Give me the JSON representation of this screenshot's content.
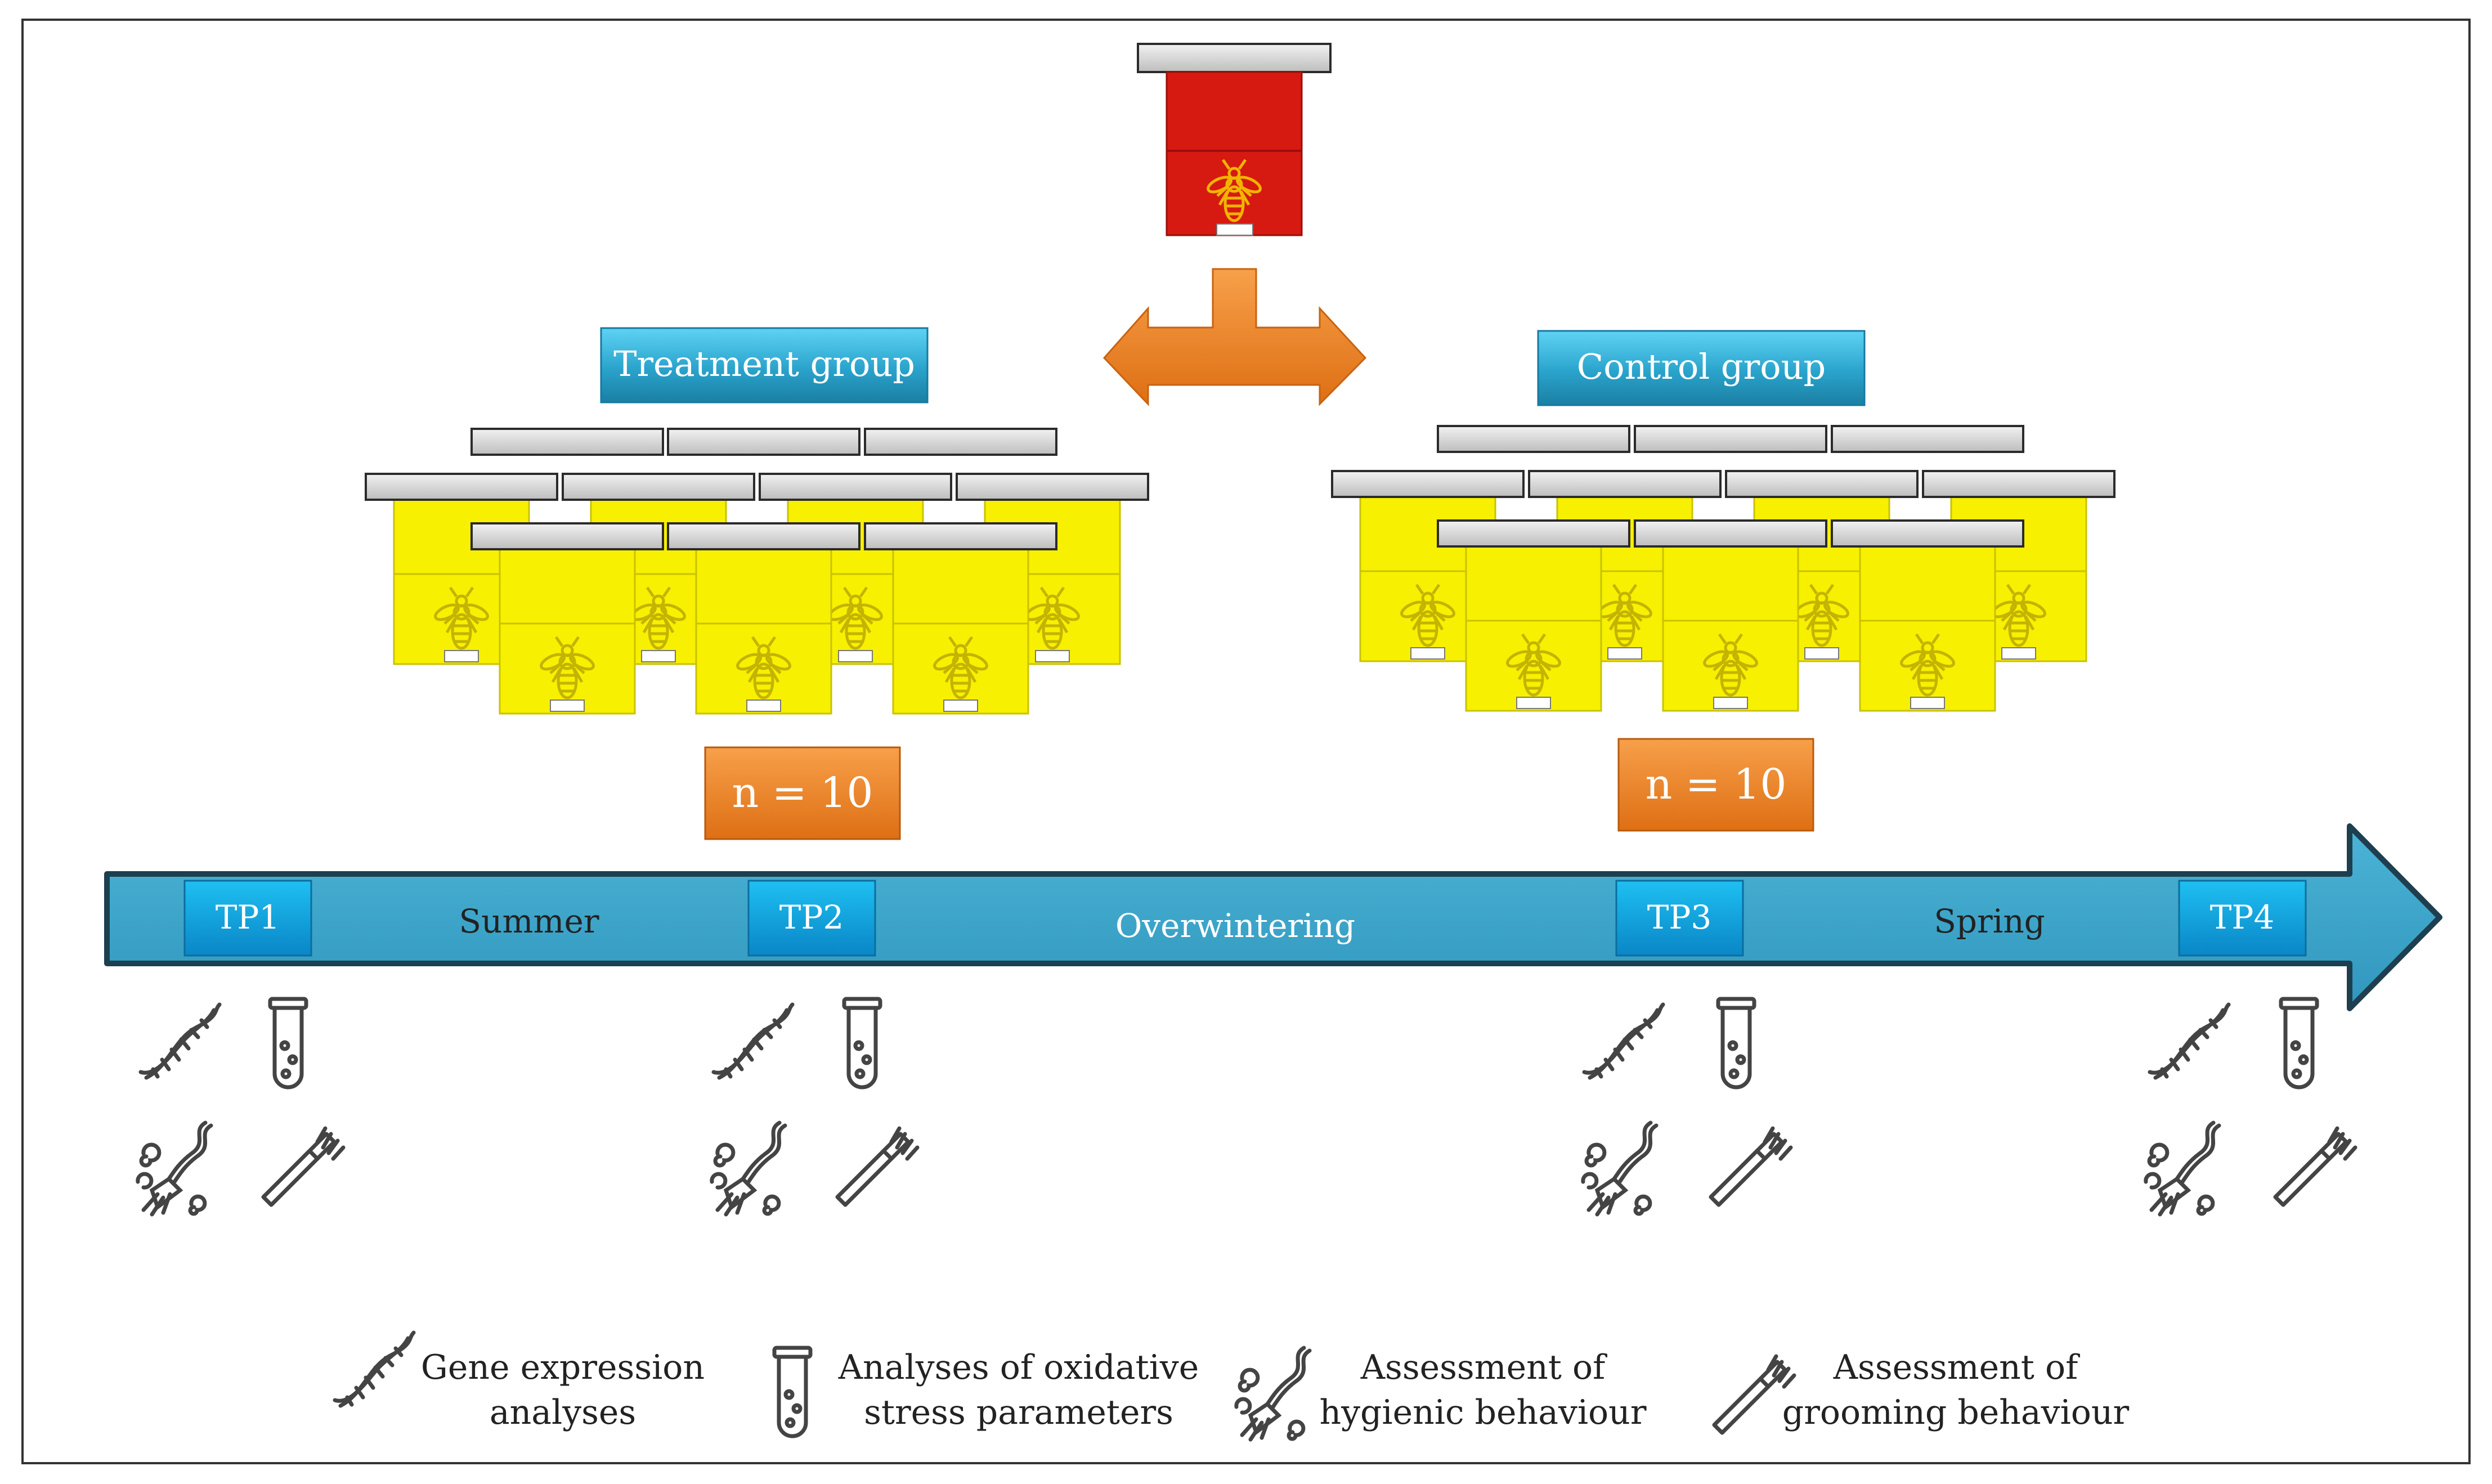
{
  "diagram": {
    "groups": {
      "treatment": {
        "label": "Treatment group",
        "n_label": "n = 10"
      },
      "control": {
        "label": "Control group",
        "n_label": "n = 10"
      }
    },
    "timeline": {
      "timepoints": [
        "TP1",
        "TP2",
        "TP3",
        "TP4"
      ],
      "seasons": [
        "Summer",
        "Overwintering",
        "Spring"
      ]
    },
    "legend": [
      {
        "icon": "dna-icon",
        "lines": [
          "Gene expression",
          "analyses"
        ]
      },
      {
        "icon": "test-tube-icon",
        "lines": [
          "Analyses of oxidative",
          "stress parameters"
        ]
      },
      {
        "icon": "brush-broom-icon",
        "lines": [
          "Assessment of",
          "hygienic behaviour"
        ]
      },
      {
        "icon": "comb-brush-icon",
        "lines": [
          "Assessment of",
          "grooming behaviour"
        ]
      }
    ],
    "colors": {
      "accent_blue": "#2aa3c8",
      "timeline_blue": "#3aa5c8",
      "orange": "#ee8a2a",
      "hive_yellow": "#f7f000",
      "hive_red": "#d61a12",
      "roof_gray": "#d9d9d9"
    }
  }
}
